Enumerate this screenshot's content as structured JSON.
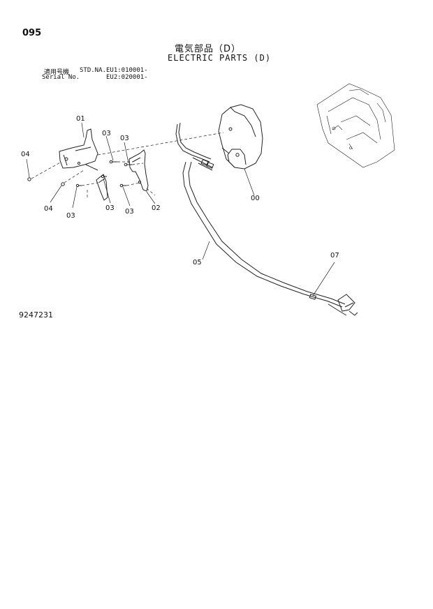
{
  "page_number": "095",
  "title_jp": "電気部品（D）",
  "title_en": "ELECTRIC PARTS (D)",
  "serial": {
    "jp_label": "適用号機",
    "en_label": "Serial No.",
    "std_label": "STD.NA.",
    "eu1": "EU1:010001-",
    "eu2": "EU2:020001-"
  },
  "drawing_number": "9247231",
  "callouts": [
    "00",
    "01",
    "02",
    "03",
    "03",
    "03",
    "03",
    "03",
    "04",
    "04",
    "05",
    "07"
  ]
}
